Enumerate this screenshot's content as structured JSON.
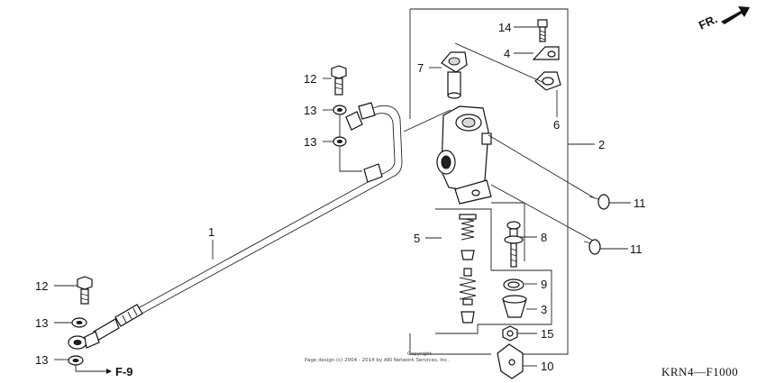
{
  "header": {
    "direction_label": "FR."
  },
  "callouts": {
    "p1": "1",
    "p2": "2",
    "p3": "3",
    "p4": "4",
    "p5": "5",
    "p6": "6",
    "p7": "7",
    "p8": "8",
    "p9": "9",
    "p10": "10",
    "p11a": "11",
    "p11b": "11",
    "p12a": "12",
    "p12b": "12",
    "p13a": "13",
    "p13b": "13",
    "p13c": "13",
    "p13d": "13",
    "p14": "14",
    "p15": "15"
  },
  "footer": {
    "ref_label": "F-9",
    "diagram_code": "KRN4—F1000",
    "copyright_line1": "Copyright",
    "copyright_line2": "Page design (c) 2004 - 2014 by ARI Network Services, Inc."
  },
  "colors": {
    "line": "#222222",
    "shade": "#d8d8d8",
    "background": "#ffffff"
  }
}
